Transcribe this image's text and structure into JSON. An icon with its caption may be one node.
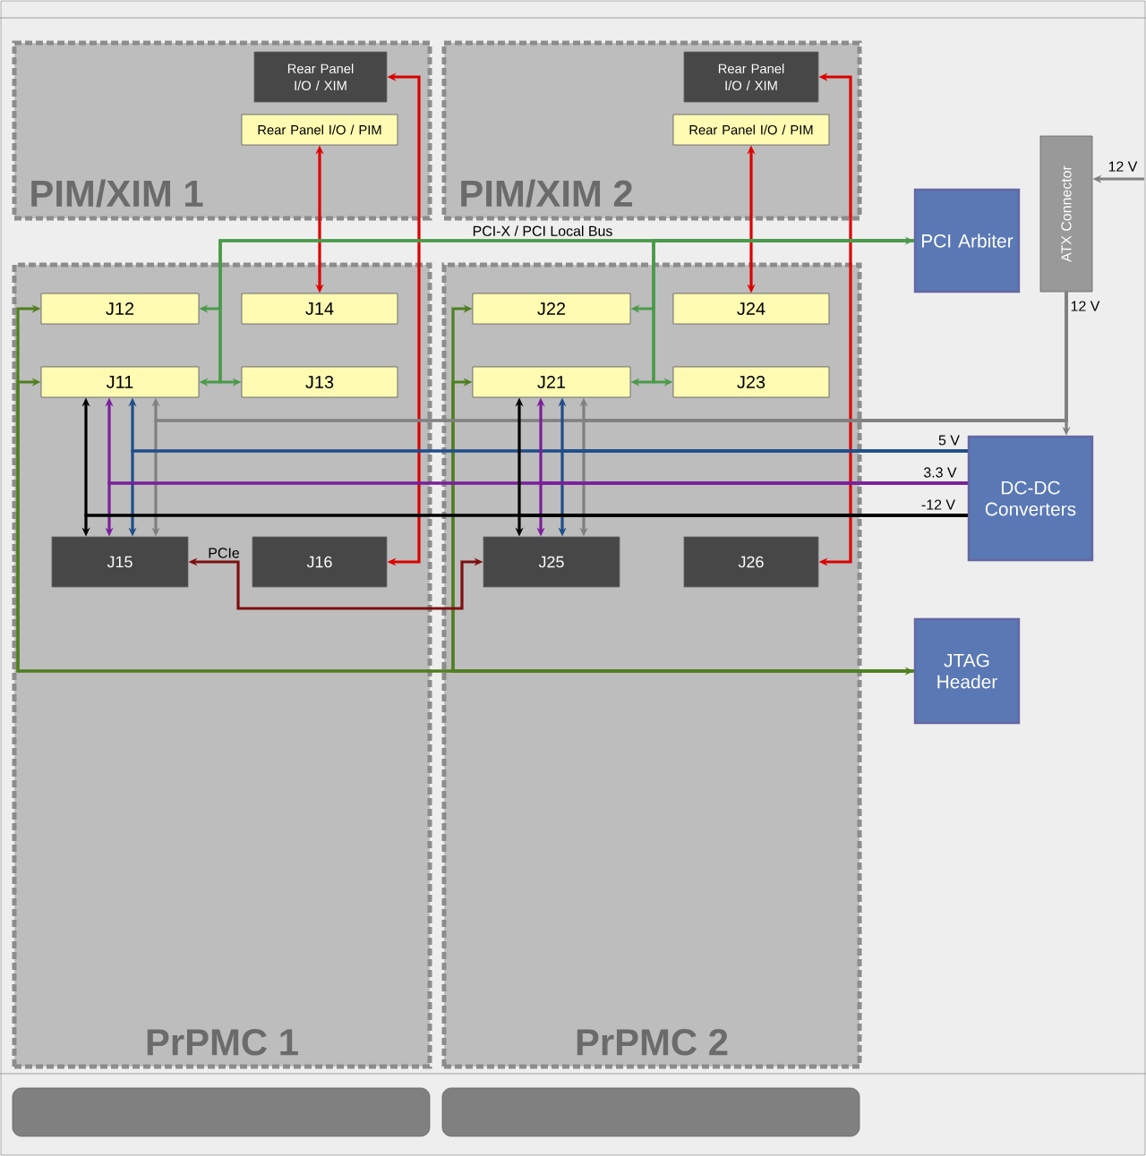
{
  "diagram": {
    "nodes": [
      {
        "text": [
          "PIM/XIM 1"
        ]
      },
      {
        "text": [
          "Rear Panel I/O / XIM"
        ],
        "in": 0
      },
      {
        "text": [
          "Rear Panel I/O / PIM"
        ],
        "in": 0
      },
      {
        "text": [
          "PIM/XIM 2"
        ]
      },
      {
        "text": [
          "Rear Panel I/O / XIM"
        ],
        "in": 3
      },
      {
        "text": [
          "Rear Panel I/O / PIM"
        ],
        "in": 3
      },
      {
        "text": [
          "ATX Connector"
        ]
      },
      {
        "text": [
          "PCI Arbiter"
        ]
      },
      {
        "text": [
          "PrPMC 1"
        ]
      },
      {
        "text": [
          "J12"
        ],
        "in": 8
      },
      {
        "text": [
          "J14"
        ],
        "in": 8
      },
      {
        "text": [
          "J11"
        ],
        "in": 8
      },
      {
        "text": [
          "J13"
        ],
        "in": 8
      },
      {
        "text": [
          "J15"
        ],
        "in": 8
      },
      {
        "text": [
          "J16"
        ],
        "in": 8
      },
      {
        "text": [
          "PrPMC 2"
        ]
      },
      {
        "text": [
          "J22"
        ],
        "in": 15
      },
      {
        "text": [
          "J24"
        ],
        "in": 15
      },
      {
        "text": [
          "J21"
        ],
        "in": 15
      },
      {
        "text": [
          "J23"
        ],
        "in": 15
      },
      {
        "text": [
          "J25"
        ],
        "in": 15
      },
      {
        "text": [
          "J26"
        ],
        "in": 15
      },
      {
        "text": [
          "DC-DC Converters"
        ]
      },
      {
        "text": [
          "JTAG Header"
        ]
      },
      {
        "text": [],
        "shape": "bar"
      },
      {
        "text": [],
        "shape": "bar"
      }
    ],
    "edges": [
      {
        "from": 2,
        "to": 10,
        "arrow": "both",
        "color": "#dd0000"
      },
      {
        "from": 5,
        "to": 17,
        "arrow": "both",
        "color": "#dd0000"
      },
      {
        "from": 1,
        "to": 14,
        "arrow": "both",
        "color": "#dd0000"
      },
      {
        "from": 4,
        "to": 21,
        "arrow": "both",
        "color": "#dd0000"
      },
      {
        "from": 7,
        "to": 9,
        "arrow": "both",
        "color": "#4a9a4a",
        "label": "PCI-X / PCI Local Bus"
      },
      {
        "from": 7,
        "to": 11,
        "arrow": "to",
        "color": "#4a9a4a"
      },
      {
        "from": 7,
        "to": 12,
        "arrow": "to",
        "color": "#4a9a4a"
      },
      {
        "from": 7,
        "to": 16,
        "arrow": "to",
        "color": "#4a9a4a"
      },
      {
        "from": 7,
        "to": 18,
        "arrow": "to",
        "color": "#4a9a4a"
      },
      {
        "from": 7,
        "to": 19,
        "arrow": "to",
        "color": "#4a9a4a"
      },
      {
        "from": 23,
        "to": 9,
        "arrow": "both",
        "color": "#4f7f1f"
      },
      {
        "from": 23,
        "to": 11,
        "arrow": "to",
        "color": "#4f7f1f"
      },
      {
        "from": 23,
        "to": 16,
        "arrow": "to",
        "color": "#4f7f1f"
      },
      {
        "from": 23,
        "to": 18,
        "arrow": "to",
        "color": "#4f7f1f"
      },
      {
        "from": 13,
        "to": 20,
        "arrow": "both",
        "color": "#7f1010",
        "label": "PCIe"
      },
      {
        "from": null,
        "to": 6,
        "arrow": "to",
        "color": "#808080",
        "label": "12 V"
      },
      {
        "from": 6,
        "to": 22,
        "arrow": "to",
        "color": "#808080",
        "label": "12 V"
      },
      {
        "from": 6,
        "to": 11,
        "arrow": "to",
        "color": "#808080"
      },
      {
        "from": 6,
        "to": 13,
        "arrow": "to",
        "color": "#808080"
      },
      {
        "from": 6,
        "to": 18,
        "arrow": "to",
        "color": "#808080"
      },
      {
        "from": 6,
        "to": 20,
        "arrow": "to",
        "color": "#808080"
      },
      {
        "from": 22,
        "to": 11,
        "arrow": "to",
        "color": "#1f4e89",
        "label": "5 V"
      },
      {
        "from": 22,
        "to": 13,
        "arrow": "to",
        "color": "#1f4e89"
      },
      {
        "from": 22,
        "to": 18,
        "arrow": "to",
        "color": "#1f4e89"
      },
      {
        "from": 22,
        "to": 20,
        "arrow": "to",
        "color": "#1f4e89"
      },
      {
        "from": 22,
        "to": 11,
        "arrow": "to",
        "color": "#7a1f9a",
        "label": "3.3 V"
      },
      {
        "from": 22,
        "to": 13,
        "arrow": "to",
        "color": "#7a1f9a"
      },
      {
        "from": 22,
        "to": 18,
        "arrow": "to",
        "color": "#7a1f9a"
      },
      {
        "from": 22,
        "to": 20,
        "arrow": "to",
        "color": "#7a1f9a"
      },
      {
        "from": 22,
        "to": 11,
        "arrow": "to",
        "color": "#000000",
        "label": "-12 V"
      },
      {
        "from": 22,
        "to": 13,
        "arrow": "to",
        "color": "#000000"
      },
      {
        "from": 22,
        "to": 18,
        "arrow": "to",
        "color": "#000000"
      },
      {
        "from": 22,
        "to": 20,
        "arrow": "to",
        "color": "#000000"
      }
    ]
  }
}
